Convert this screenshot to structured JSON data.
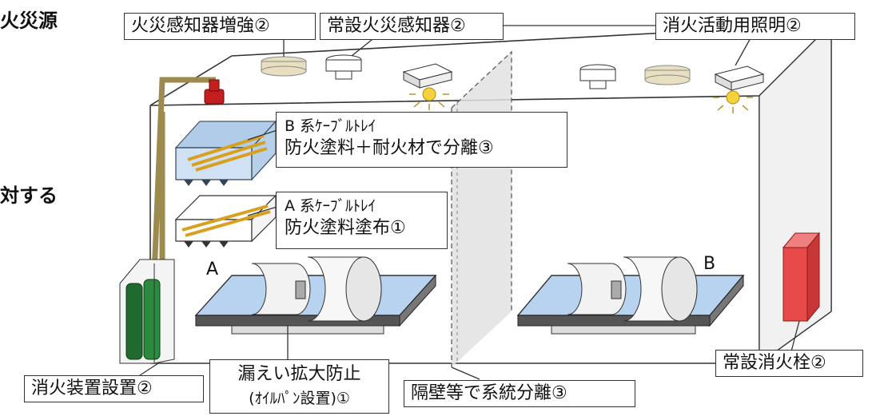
{
  "left_fragments": {
    "top": "火災源",
    "middle": "対する"
  },
  "labels": {
    "fire_detector_enhance": "火災感知器増強②",
    "permanent_fire_detector": "常設火災感知器②",
    "fire_fighting_lighting": "消火活動用照明②",
    "tray_b_title": "B 系ｹｰﾌﾞﾙﾄﾚｲ",
    "tray_b_desc": "防火塗料＋耐火材で分離③",
    "tray_a_title": "A 系ｹｰﾌﾞﾙﾄﾚｲ",
    "tray_a_desc": "防火塗料塗布①",
    "fire_extinguisher_install": "消火装置設置②",
    "leak_prevention_line1": "漏えい拡大防止",
    "leak_prevention_line2": "(ｵｲﾙﾊﾟﾝ設置)①",
    "separation_by_wall": "隔壁等で系統分離③",
    "fire_hydrant": "常設消火栓②",
    "pump_a": "A",
    "pump_b": "B"
  },
  "colors": {
    "pipe": "#9c8a4e",
    "beacon": "#c41e1e",
    "tray_a": "#d9a020",
    "tray_b": "#a9c7e6",
    "extinguisher_green": "#1f6b2f",
    "hydrant_red": "#e84a4a",
    "oil_pan": "#b8d3f0",
    "light_glow": "#f5d23a"
  }
}
